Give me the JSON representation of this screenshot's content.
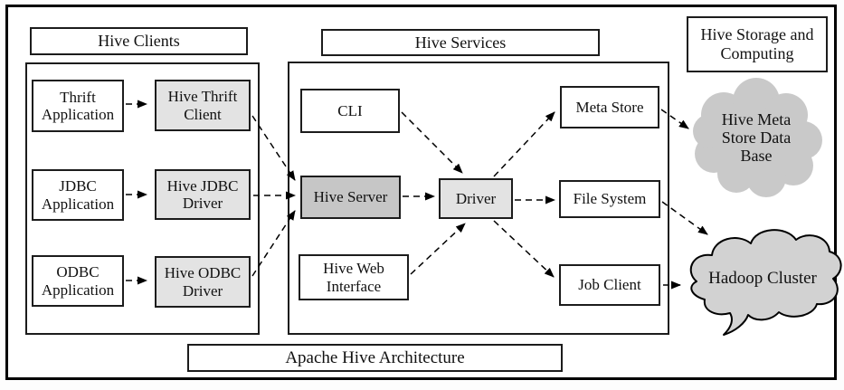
{
  "diagram_title": "Apache Hive Architecture",
  "sections": {
    "clients": {
      "label": "Hive Clients"
    },
    "services": {
      "label": "Hive Services"
    },
    "storage": {
      "label": "Hive Storage and\nComputing"
    }
  },
  "nodes": {
    "thrift_app": {
      "label": "Thrift\nApplication"
    },
    "hive_thrift_client": {
      "label": "Hive Thrift\nClient"
    },
    "jdbc_app": {
      "label": "JDBC\nApplication"
    },
    "hive_jdbc_driver": {
      "label": "Hive JDBC\nDriver"
    },
    "odbc_app": {
      "label": "ODBC\nApplication"
    },
    "hive_odbc_driver": {
      "label": "Hive ODBC\nDriver"
    },
    "cli": {
      "label": "CLI"
    },
    "hive_server": {
      "label": "Hive Server"
    },
    "driver": {
      "label": "Driver"
    },
    "hive_web_interface": {
      "label": "Hive Web\nInterface"
    },
    "meta_store": {
      "label": "Meta Store"
    },
    "file_system": {
      "label": "File System"
    },
    "job_client": {
      "label": "Job Client"
    }
  },
  "clouds": {
    "hive_meta_store_db": {
      "label": "Hive Meta\nStore Data\nBase"
    },
    "hadoop_cluster": {
      "label": "Hadoop Cluster"
    }
  },
  "footer": {
    "label": "Apache Hive Architecture"
  },
  "edges": [
    {
      "from": "thrift_app",
      "to": "hive_thrift_client"
    },
    {
      "from": "jdbc_app",
      "to": "hive_jdbc_driver"
    },
    {
      "from": "odbc_app",
      "to": "hive_odbc_driver"
    },
    {
      "from": "hive_thrift_client",
      "to": "hive_server"
    },
    {
      "from": "hive_jdbc_driver",
      "to": "hive_server"
    },
    {
      "from": "hive_odbc_driver",
      "to": "hive_server"
    },
    {
      "from": "cli",
      "to": "driver"
    },
    {
      "from": "hive_server",
      "to": "driver"
    },
    {
      "from": "hive_web_interface",
      "to": "driver"
    },
    {
      "from": "driver",
      "to": "meta_store"
    },
    {
      "from": "driver",
      "to": "file_system"
    },
    {
      "from": "driver",
      "to": "job_client"
    },
    {
      "from": "meta_store",
      "to": "hive_meta_store_db"
    },
    {
      "from": "file_system",
      "to": "hadoop_cluster"
    },
    {
      "from": "job_client",
      "to": "hadoop_cluster"
    }
  ],
  "colors": {
    "node_fill_light": "#e3e3e3",
    "node_fill_dark": "#c6c6c6",
    "cloud_fill_light": "#c9c9c9",
    "cloud_fill_dark": "#d2d2d2",
    "line_color": "#000000"
  }
}
